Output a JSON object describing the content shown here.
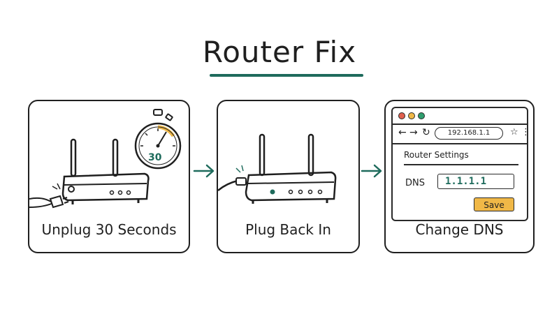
{
  "title": "Router Fix",
  "colors": {
    "accent": "#1e6b5c",
    "timer_arc": "#f0b847",
    "save_button": "#f0b847"
  },
  "steps": [
    {
      "caption": "Unplug 30 Seconds",
      "timer_value": "30"
    },
    {
      "caption": "Plug Back In"
    },
    {
      "caption": "Change DNS",
      "browser": {
        "url": "192.168.1.1",
        "heading": "Router Settings",
        "dns_label": "DNS",
        "dns_value": "1.1.1.1",
        "save_label": "Save"
      }
    }
  ]
}
